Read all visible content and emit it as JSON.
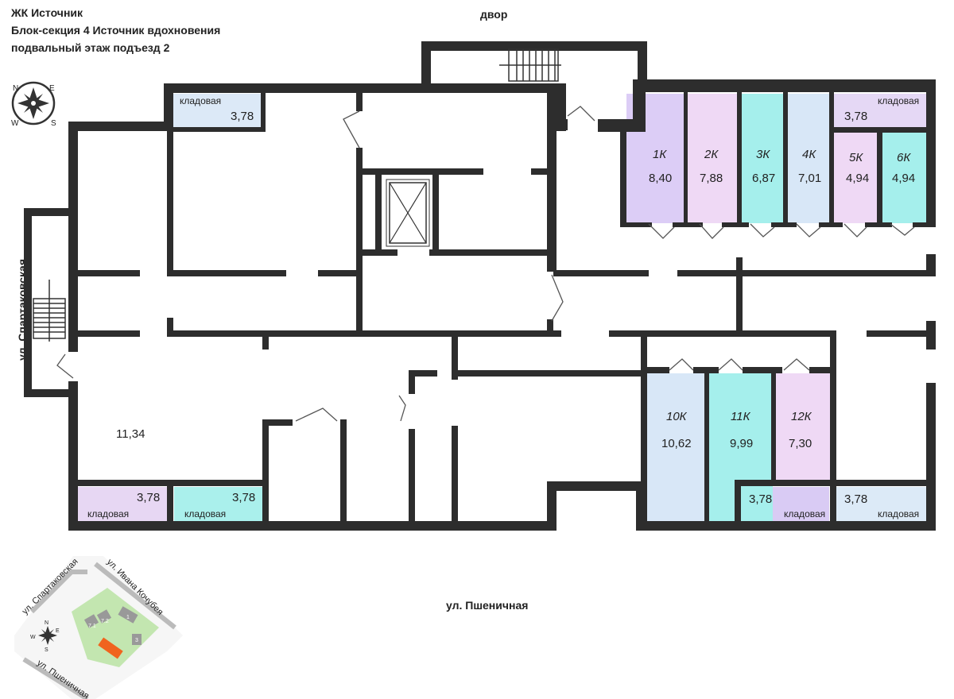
{
  "header": {
    "complex": "ЖК Источник",
    "section": "Блок-секция 4 Источник вдохновения",
    "floor": "подвальный этаж   подъезд 2"
  },
  "streets": {
    "yard": "двор",
    "spartakovskaya": "ул. Спартаковская",
    "pshenichnaya": "ул. Пшеничная"
  },
  "compass": {
    "n": "N",
    "e": "E",
    "s": "S",
    "w": "W"
  },
  "hall_area": "11,34",
  "storage_label": "кладовая",
  "storages": [
    {
      "id": "s1",
      "area": "3,78",
      "color": "#dce9f7"
    },
    {
      "id": "s2",
      "area": "3,78",
      "color": "#e5d8f5"
    },
    {
      "id": "s3",
      "area": "3,78",
      "color": "#e7d7f3"
    },
    {
      "id": "s4",
      "area": "3,78",
      "color": "#aaf0ec"
    },
    {
      "id": "s5",
      "area": "3,78",
      "color": "#d9cbf4"
    },
    {
      "id": "s6",
      "area": "3,78",
      "color": "#dceaf7"
    }
  ],
  "units": [
    {
      "name": "1К",
      "area": "8,40",
      "color": "#dccdf6"
    },
    {
      "name": "2К",
      "area": "7,88",
      "color": "#efd9f5"
    },
    {
      "name": "3К",
      "area": "6,87",
      "color": "#a5efec"
    },
    {
      "name": "4К",
      "area": "7,01",
      "color": "#d8e7f7"
    },
    {
      "name": "5К",
      "area": "4,94",
      "color": "#efd9f5"
    },
    {
      "name": "6К",
      "area": "4,94",
      "color": "#a5efec"
    },
    {
      "name": "10К",
      "area": "10,62",
      "color": "#d8e7f7"
    },
    {
      "name": "11К",
      "area": "9,99",
      "color": "#a5efec"
    },
    {
      "name": "12К",
      "area": "7,30",
      "color": "#efd9f5"
    }
  ],
  "minimap": {
    "street_spartakovskaya": "ул. Спартаковская",
    "street_kochubey": "ул. Ивана Кочубея",
    "street_pshenichnaya": "ул. Пшеничная",
    "highlight_color": "#f0641e",
    "green_color": "#c3e6b0",
    "block_labels": [
      "7.1",
      "7.2",
      "1",
      "3"
    ]
  }
}
